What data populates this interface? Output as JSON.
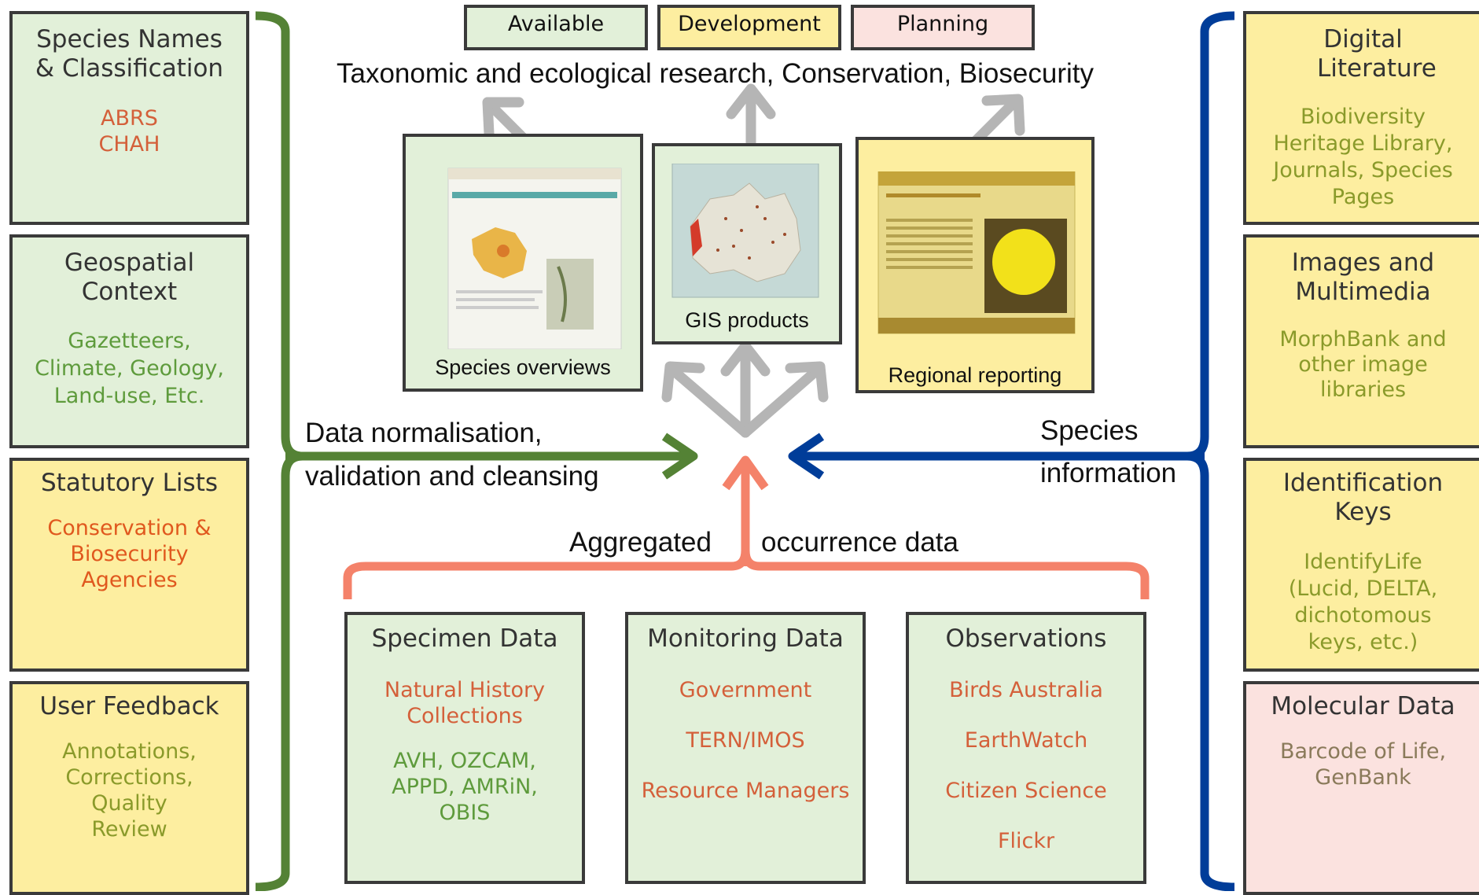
{
  "legend": {
    "available": "Available",
    "development": "Development",
    "planning": "Planning"
  },
  "top_title": "Taxonomic and ecological research, Conservation, Biosecurity",
  "left_boxes": {
    "species_names": {
      "title": "Species Names & Classification",
      "body": "ABRS\nCHAH"
    },
    "geospatial": {
      "title": "Geospatial Context",
      "body": "Gazetteers, Climate, Geology, Land-use, Etc."
    },
    "statutory": {
      "title": "Statutory Lists",
      "body": "Conservation & Biosecurity Agencies"
    },
    "user_feedback": {
      "title": "User Feedback",
      "body": "Annotations, Corrections, Quality Review"
    }
  },
  "right_boxes": {
    "digital_literature": {
      "title": "Digital Literature",
      "body": "Biodiversity Heritage Library, Journals, Species Pages"
    },
    "images": {
      "title": "Images and Multimedia",
      "body": "MorphBank and other image libraries"
    },
    "identification": {
      "title": "Identification Keys",
      "body": "IdentifyLife (Lucid, DELTA, dichotomous keys, etc.)"
    },
    "molecular": {
      "title": "Molecular Data",
      "body": "Barcode of Life, GenBank"
    }
  },
  "bottom_boxes": {
    "specimen": {
      "title": "Specimen Data",
      "body1": "Natural History Collections",
      "body2": "AVH, OZCAM, APPD, AMRiN, OBIS"
    },
    "monitoring": {
      "title": "Monitoring Data",
      "items": [
        "Government",
        "TERN/IMOS",
        "Resource Managers"
      ]
    },
    "observations": {
      "title": "Observations",
      "items": [
        "Birds Australia",
        "EarthWatch",
        "Citizen Science",
        "Flickr"
      ]
    }
  },
  "outputs": {
    "species_overviews": "Species overviews",
    "gis_products": "GIS products",
    "regional_reporting": "Regional reporting"
  },
  "flow_labels": {
    "data_normalisation_1": "Data normalisation,",
    "data_normalisation_2": "validation and cleansing",
    "species_information_1": "Species",
    "species_information_2": "information",
    "aggregated": "Aggregated",
    "occurrence_data": "occurrence data"
  },
  "colors": {
    "green_fill": "#e2f0d9",
    "yellow_fill": "#fdeea0",
    "pink_fill": "#fbe2df",
    "green_text": "#5e9b3c",
    "orange_text": "#d4603a",
    "olive_text": "#8a9a2a",
    "brown_text": "#8a7a5a",
    "green_bracket": "#548235",
    "blue_bracket": "#003d99",
    "orange_bracket": "#f4826a",
    "grey_arrow": "#b5b5b5"
  }
}
